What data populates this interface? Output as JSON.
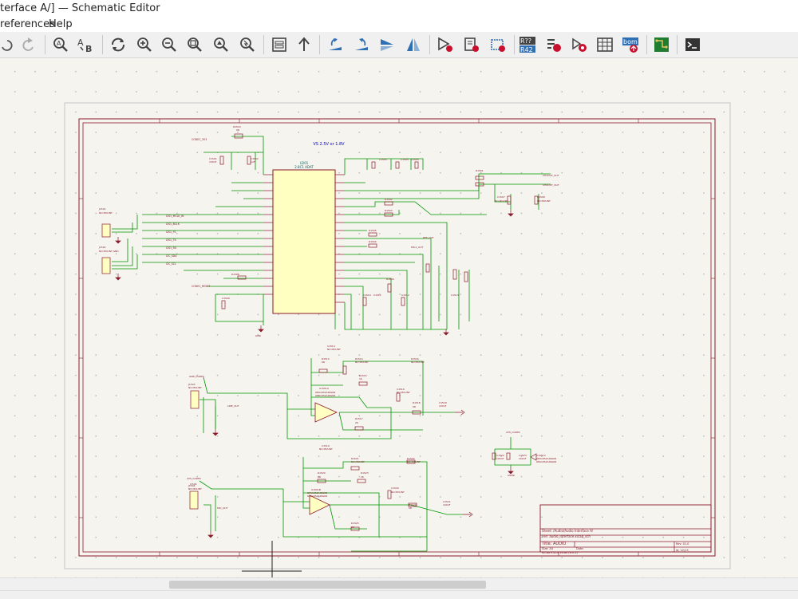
{
  "window": {
    "title": "terface A/] — Schematic Editor"
  },
  "menu": [
    "references",
    "Help"
  ],
  "toolbar": {
    "icons": [
      "undo-icon",
      "redo-icon",
      "find-icon",
      "find-replace-icon",
      "refresh-icon",
      "zoom-in-icon",
      "zoom-out-icon",
      "zoom-fit-icon",
      "zoom-objects-icon",
      "zoom-selection-icon",
      "hierarchy-navigator-icon",
      "leave-sheet-icon",
      "rotate-ccw-icon",
      "rotate-cw-icon",
      "mirror-vertical-icon",
      "mirror-horizontal-icon",
      "symbol-editor-icon",
      "symbol-library-icon",
      "footprint-assign-icon",
      "annotate-icon",
      "erc-icon",
      "netlist-icon",
      "bom-table-icon",
      "bom-export-icon",
      "pcb-editor-icon",
      "scripting-console-icon"
    ],
    "annotate_label": "R??\nR42",
    "bom_label": "bom"
  },
  "schematic": {
    "net_labels": {
      "top_power": "VS 2.5V or 1.8V",
      "chip_ref": "U201",
      "chip_value": "2.8C1 ADAT",
      "title_block_line1": "Sheet: /Audio/Audio Interface A/",
      "title_block_line2": "File: audio_interface.kicad_sch",
      "title_block_title": "Title: AUDIO",
      "title_block_size": "Size: A4",
      "title_block_date": "Date:",
      "title_block_rev": "Rev: 01.0",
      "title_block_kicad": "KiCad E.D.A. kicad (6.0.2)",
      "title_block_id": "Id: 12/13",
      "gnd": "GND",
      "mic_out": "MIC_OUT",
      "line_out": "LINE_OUT"
    }
  }
}
